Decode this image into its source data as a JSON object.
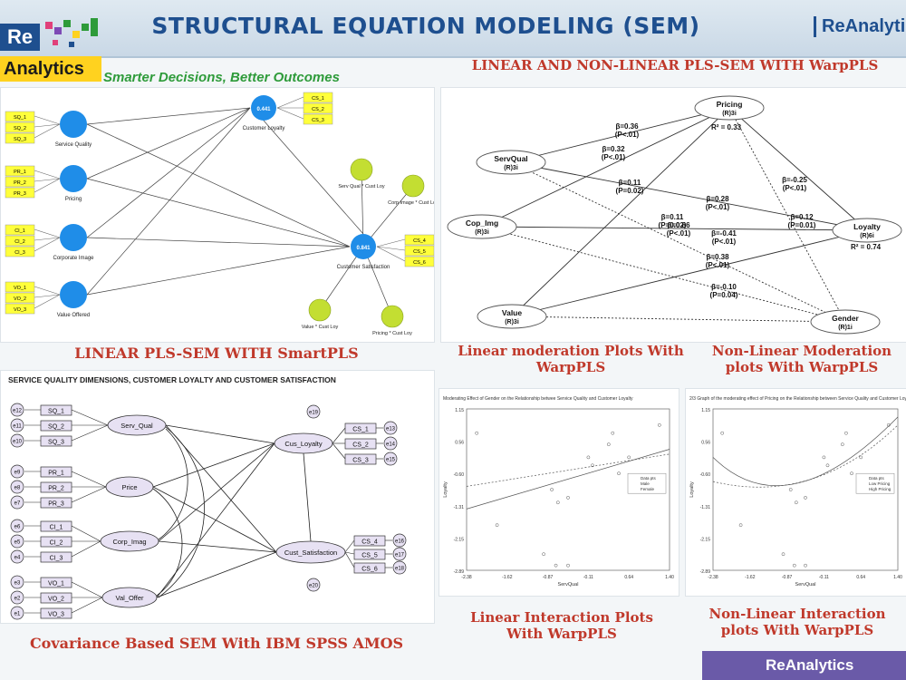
{
  "header": {
    "title": "STRUCTURAL EQUATION MODELING (SEM)",
    "brand": "ReAnalytic",
    "logo_top": "Re",
    "logo_bottom": "Analytics",
    "tagline": "Smarter Decisions, Better Outcomes"
  },
  "captions": {
    "warppls_top": "LINEAR AND NON-LINEAR PLS-SEM WITH WarpPLS",
    "smartpls": "LINEAR PLS-SEM WITH SmartPLS",
    "linear_moderation": "Linear moderation Plots With WarpPLS",
    "nonlinear_moderation": "Non-Linear Moderation plots With WarpPLS",
    "amos": "Covariance Based SEM With IBM SPSS AMOS",
    "linear_interaction": "Linear Interaction Plots With WarpPLS",
    "nonlinear_interaction": "Non-Linear Interaction plots With WarpPLS"
  },
  "smartpls": {
    "indicators": [
      "SQ_1",
      "SQ_2",
      "SQ_3",
      "PR_1",
      "PR_2",
      "PR_3",
      "CI_1",
      "CI_2",
      "CI_3",
      "VO_1",
      "VO_2",
      "VO_3",
      "CS_1",
      "CS_2",
      "CS_3",
      "CS_4",
      "CS_5",
      "CS_6"
    ],
    "constructs": [
      "Service Quality",
      "Pricing",
      "Corporate Image",
      "Value Offered",
      "Customer Loyalty",
      "Customer Satisfaction",
      "Serv Qual * Cust Loy",
      "Corp Image * Cust Loy",
      "Value * Cust Loy",
      "Pricing * Cust Loy"
    ],
    "r2_loyalty": "0.441",
    "r2_satisfaction": "0.841"
  },
  "warppls": {
    "nodes": {
      "servqual": [
        "ServQual",
        "(R)3i"
      ],
      "pricing": [
        "Pricing",
        "(R)3i"
      ],
      "cop_img": [
        "Cop_Img",
        "(R)3i"
      ],
      "value": [
        "Value",
        "(R)3i"
      ],
      "loyalty": [
        "Loyalty",
        "(R)6i"
      ],
      "gender": [
        "Gender",
        "(R)1i"
      ]
    },
    "r2_pricing": "R² = 0.33",
    "r2_loyalty": "R² = 0.74",
    "paths": [
      {
        "b": "β=0.36",
        "p": "(P<.01)"
      },
      {
        "b": "β=0.32",
        "p": "(P<.01)"
      },
      {
        "b": "β=0.11",
        "p": "(P=0.02)"
      },
      {
        "b": "β=-0.25",
        "p": "(P<.01)"
      },
      {
        "b": "β=0.28",
        "p": "(P<.01)"
      },
      {
        "b": "β=0.11",
        "p": "(P=0.02)"
      },
      {
        "b": "β=0.86",
        "p": "(P<.01)"
      },
      {
        "b": "β=0.12",
        "p": "(P=0.01)"
      },
      {
        "b": "β=-0.41",
        "p": "(P<.01)"
      },
      {
        "b": "β=0.38",
        "p": "(P<.01)"
      },
      {
        "b": "β=-0.10",
        "p": "(P=0.04)"
      }
    ]
  },
  "amos": {
    "title": "SERVICE QUALITY DIMENSIONS, CUSTOMER LOYALTY AND CUSTOMER SATISFACTION",
    "latents": [
      "Serv_Qual",
      "Price",
      "Corp_Imag",
      "Val_Offer",
      "Cus_Loyalty",
      "Cust_Satisfaction"
    ],
    "indicators": [
      "SQ_1",
      "SQ_2",
      "SQ_3",
      "PR_1",
      "PR_2",
      "PR_3",
      "CI_1",
      "CI_2",
      "CI_3",
      "VO_1",
      "VO_2",
      "VO_3",
      "CS_1",
      "CS_2",
      "CS_3",
      "CS_4",
      "CS_5",
      "CS_6"
    ],
    "errors": [
      "e12",
      "e11",
      "e10",
      "e9",
      "e8",
      "e7",
      "e6",
      "e5",
      "e4",
      "e3",
      "e2",
      "e1",
      "e13",
      "e14",
      "e15",
      "e16",
      "e17",
      "e18",
      "e19",
      "e20"
    ]
  },
  "plots": {
    "linear_title": "Moderating Effect of Gender on the Relationship betwee Service Quality and Customer Loyalty",
    "nonlinear_title": "2/3 Graph of the moderating effect of Pricing on the Relationship between Service Quality and Customer Loyalty",
    "x_label": "ServQual",
    "y_label": "Loyalty",
    "x_ticks": [
      "-2.38",
      "-1.62",
      "-0.87",
      "-0.11",
      "0.64",
      "1.40"
    ],
    "y_ticks_linear": [
      "1.15",
      "0.56",
      "-0.60",
      "-1.31",
      "-2.15",
      "-2.89"
    ],
    "y_ticks_nonlinear": [
      "1.15",
      "0.56",
      "-0.60",
      "-1.31",
      "-2.15",
      "-2.89"
    ],
    "legend_linear": [
      "Data pts",
      "Male",
      "Female"
    ],
    "legend_nonlinear": [
      "Data pts",
      "Low Pricing",
      "High Pricing"
    ]
  },
  "footer": "ReAnalytics"
}
